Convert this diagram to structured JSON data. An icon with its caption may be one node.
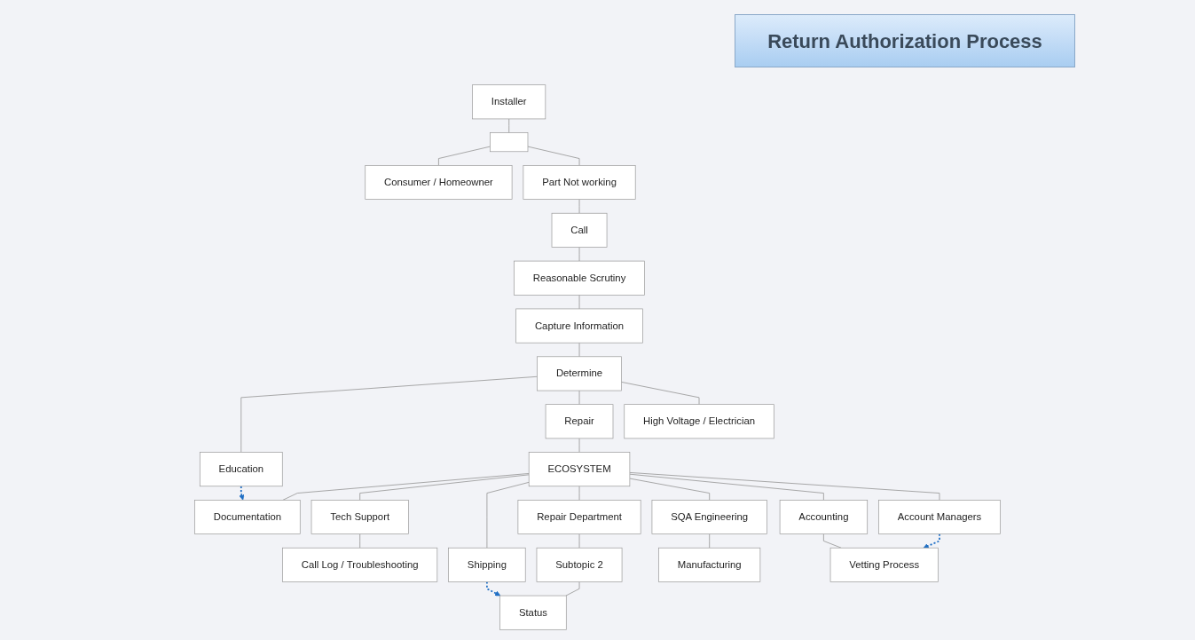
{
  "diagram": {
    "title": "Return Authorization Process",
    "nodes": [
      {
        "text": [
          "Installer"
        ]
      },
      {
        "text": [],
        "shape": "box"
      },
      {
        "text": [
          "Consumer / Homeowner"
        ]
      },
      {
        "text": [
          "Part Not working"
        ]
      },
      {
        "text": [
          "Call"
        ]
      },
      {
        "text": [
          "Reasonable Scrutiny"
        ]
      },
      {
        "text": [
          "Capture Information"
        ]
      },
      {
        "text": [
          "Determine"
        ]
      },
      {
        "text": [
          "Education"
        ]
      },
      {
        "text": [
          "Repair"
        ]
      },
      {
        "text": [
          "High Voltage / Electrician"
        ]
      },
      {
        "text": [
          "ECOSYSTEM"
        ]
      },
      {
        "text": [
          "Documentation"
        ]
      },
      {
        "text": [
          "Tech Support"
        ]
      },
      {
        "text": [
          "Shipping"
        ]
      },
      {
        "text": [
          "Repair Department"
        ]
      },
      {
        "text": [
          "SQA Engineering"
        ]
      },
      {
        "text": [
          "Accounting"
        ]
      },
      {
        "text": [
          "Account Managers"
        ]
      },
      {
        "text": [
          "Call Log / Troubleshooting"
        ]
      },
      {
        "text": [
          "Subtopic 2"
        ]
      },
      {
        "text": [
          "Status"
        ]
      },
      {
        "text": [
          "Manufacturing"
        ]
      },
      {
        "text": [
          "Vetting Process"
        ]
      }
    ],
    "edges": [
      {
        "from": 0,
        "to": 1,
        "arrow": "none"
      },
      {
        "from": 1,
        "to": 2,
        "arrow": "none"
      },
      {
        "from": 1,
        "to": 3,
        "arrow": "none"
      },
      {
        "from": 3,
        "to": 4,
        "arrow": "none"
      },
      {
        "from": 4,
        "to": 5,
        "arrow": "none"
      },
      {
        "from": 5,
        "to": 6,
        "arrow": "none"
      },
      {
        "from": 6,
        "to": 7,
        "arrow": "none"
      },
      {
        "from": 7,
        "to": 8,
        "arrow": "none"
      },
      {
        "from": 7,
        "to": 9,
        "arrow": "none"
      },
      {
        "from": 7,
        "to": 10,
        "arrow": "none"
      },
      {
        "from": 9,
        "to": 11,
        "arrow": "none"
      },
      {
        "from": 11,
        "to": 12,
        "arrow": "none"
      },
      {
        "from": 11,
        "to": 13,
        "arrow": "none"
      },
      {
        "from": 11,
        "to": 14,
        "arrow": "none"
      },
      {
        "from": 11,
        "to": 15,
        "arrow": "none"
      },
      {
        "from": 11,
        "to": 16,
        "arrow": "none"
      },
      {
        "from": 11,
        "to": 17,
        "arrow": "none"
      },
      {
        "from": 11,
        "to": 18,
        "arrow": "none"
      },
      {
        "from": 13,
        "to": 19,
        "arrow": "none"
      },
      {
        "from": 15,
        "to": 20,
        "arrow": "none"
      },
      {
        "from": 20,
        "to": 21,
        "arrow": "none"
      },
      {
        "from": 16,
        "to": 22,
        "arrow": "none"
      },
      {
        "from": 17,
        "to": 23,
        "arrow": "none"
      },
      {
        "from": 8,
        "to": 12,
        "arrow": "to",
        "style": "dashed",
        "color": "#1f6fc5"
      },
      {
        "from": 14,
        "to": 21,
        "arrow": "to",
        "style": "dashed",
        "color": "#1f6fc5"
      },
      {
        "from": 18,
        "to": 23,
        "arrow": "to",
        "style": "dashed",
        "color": "#1f6fc5"
      }
    ]
  }
}
